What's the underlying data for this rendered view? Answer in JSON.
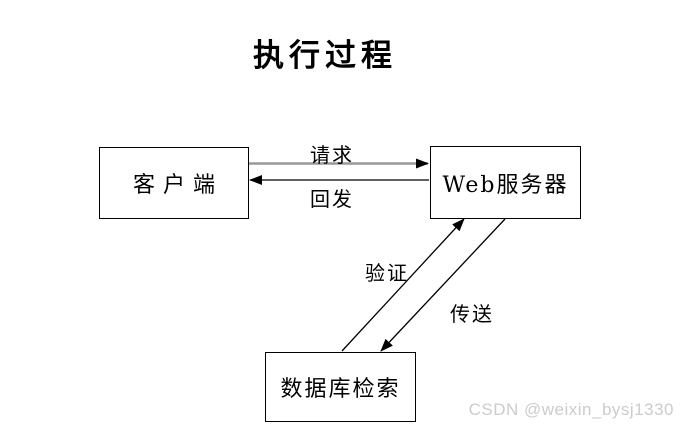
{
  "diagram": {
    "title": "执行过程",
    "nodes": [
      {
        "id": "client",
        "label": "客户端"
      },
      {
        "id": "web-server",
        "label": "Web服务器"
      },
      {
        "id": "database-search",
        "label": "数据库检索"
      }
    ],
    "edges": [
      {
        "id": "request",
        "label": "请求",
        "from": "client",
        "to": "web-server",
        "direction": "right"
      },
      {
        "id": "reply",
        "label": "回发",
        "from": "web-server",
        "to": "client",
        "direction": "left"
      },
      {
        "id": "verify",
        "label": "验证",
        "from": "database-search",
        "to": "web-server",
        "direction": "up-right"
      },
      {
        "id": "transfer",
        "label": "传送",
        "from": "web-server",
        "to": "database-search",
        "direction": "down-left"
      }
    ],
    "colors": {
      "background": "#ffffff",
      "box_border": "#000000",
      "edge_line": "#000000",
      "request_edge_line": "#999999",
      "arrowhead": "#000000",
      "text": "#000000"
    }
  },
  "watermark": {
    "text": "CSDN @weixin_bysj1330",
    "color": "#cccccc"
  }
}
